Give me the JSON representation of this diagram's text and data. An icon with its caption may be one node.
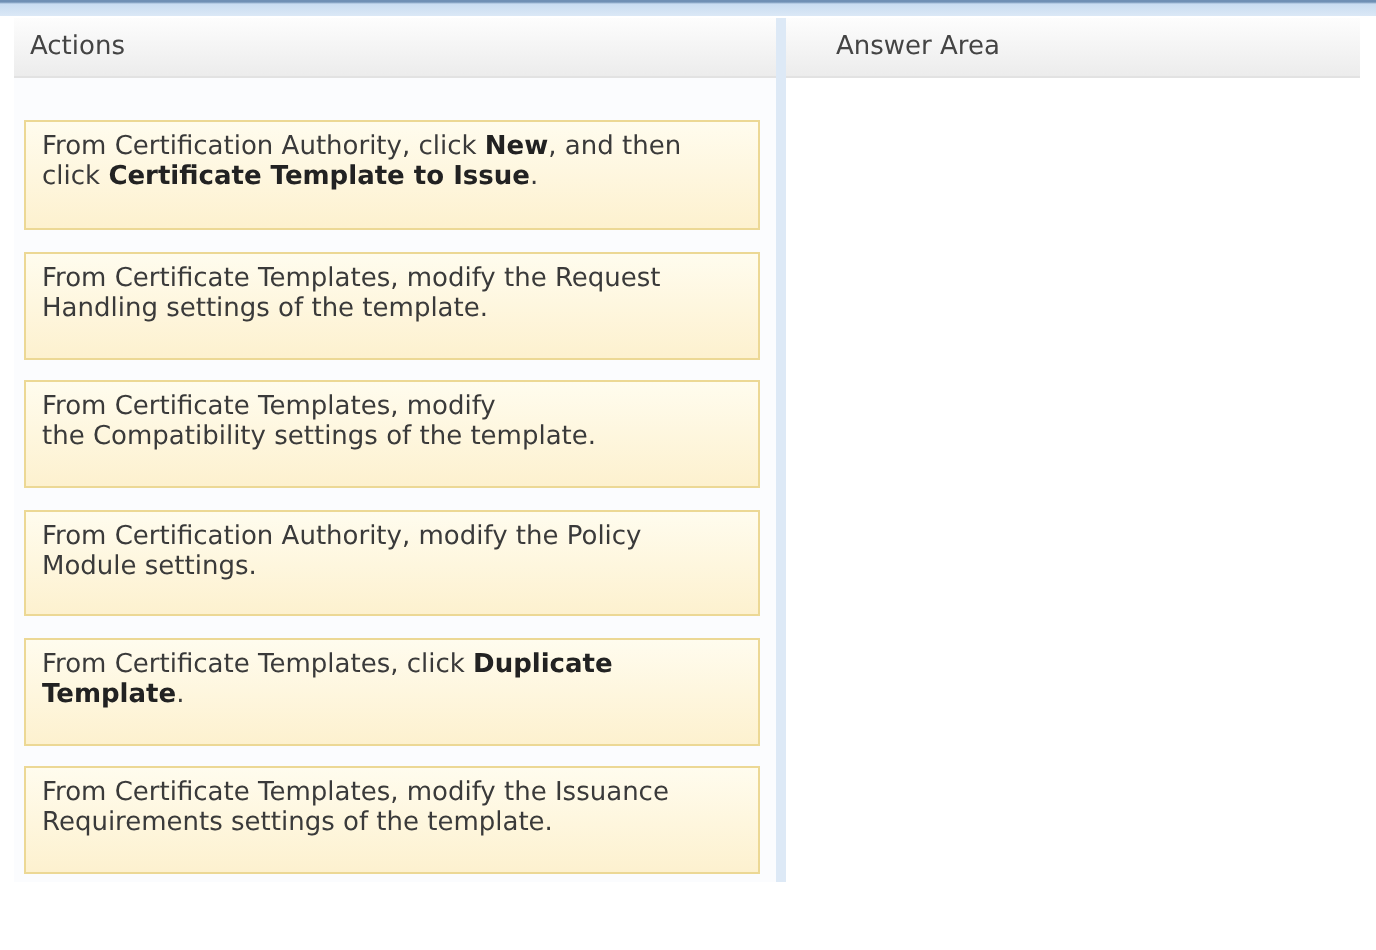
{
  "diagram": {
    "nodes": [
      {
        "text": [
          "Actions"
        ]
      },
      {
        "text": [
          "From Certification Authority, click **New**, and then click **Certificate Template to Issue**."
        ],
        "in": 0
      },
      {
        "text": [
          "From Certificate Templates, modify the Request Handling settings of the template."
        ],
        "in": 0
      },
      {
        "text": [
          "From Certificate Templates, modify the Compatibility settings of the template."
        ],
        "in": 0
      },
      {
        "text": [
          "From Certification Authority, modify the Policy Module settings."
        ],
        "in": 0
      },
      {
        "text": [
          "From Certificate Templates, click **Duplicate Template**."
        ],
        "in": 0
      },
      {
        "text": [
          "From Certificate Templates, modify the Issuance Requirements settings of the template."
        ],
        "in": 0
      },
      {
        "text": [
          "Answer Area"
        ]
      }
    ]
  }
}
